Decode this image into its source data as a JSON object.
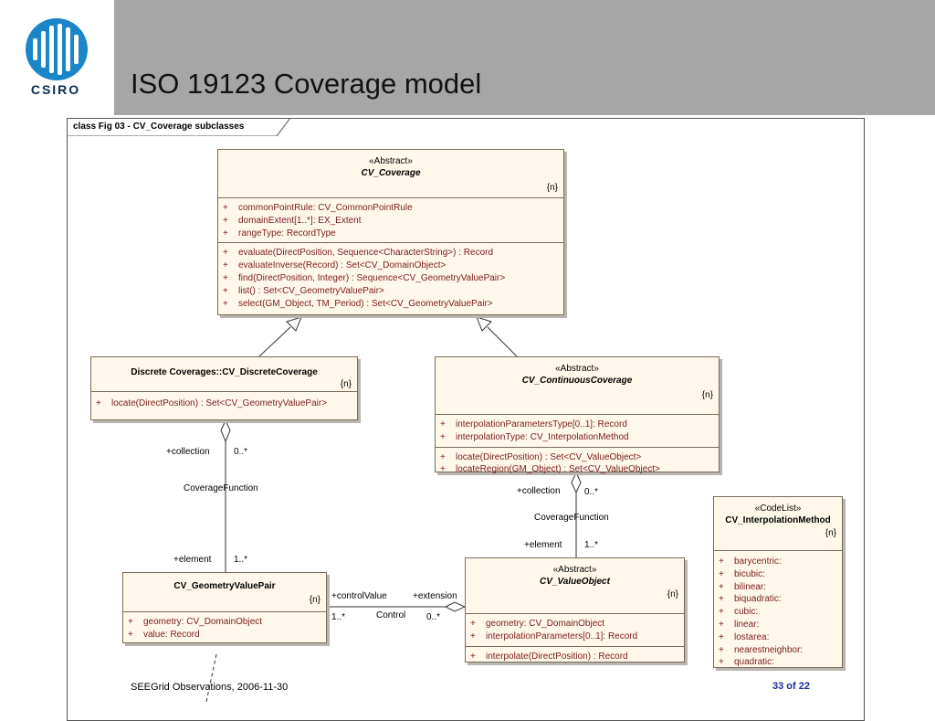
{
  "slide": {
    "title": "ISO 19123 Coverage model",
    "logo_text": "CSIRO",
    "footer_left": "SEEGrid Observations, 2006-11-30",
    "footer_right": "33 of  22"
  },
  "frame": {
    "label": "class Fig 03  - CV_Coverage subclasses"
  },
  "classes": {
    "coverage": {
      "stereotype": "«Abstract»",
      "name": "CV_Coverage",
      "tag": "{n}",
      "attributes": [
        "commonPointRule:  CV_CommonPointRule",
        "domainExtent[1..*]:  EX_Extent",
        "rangeType:  RecordType"
      ],
      "operations": [
        "evaluate(DirectPosition, Sequence<CharacterString>) : Record",
        "evaluateInverse(Record) : Set<CV_DomainObject>",
        "find(DirectPosition, Integer) : Sequence<CV_GeometryValuePair>",
        "list() : Set<CV_GeometryValuePair>",
        "select(GM_Object, TM_Period) : Set<CV_GeometryValuePair>"
      ]
    },
    "discrete": {
      "name": "Discrete Coverages::CV_DiscreteCoverage",
      "tag": "{n}",
      "operations": [
        "locate(DirectPosition) : Set<CV_GeometryValuePair>"
      ]
    },
    "continuous": {
      "stereotype": "«Abstract»",
      "name": "CV_ContinuousCoverage",
      "tag": "{n}",
      "attributes": [
        "interpolationParametersType[0..1]:  Record",
        "interpolationType:  CV_InterpolationMethod"
      ],
      "operations": [
        "locate(DirectPosition) : Set<CV_ValueObject>",
        "locateRegion(GM_Object) : Set<CV_ValueObject>"
      ]
    },
    "gvp": {
      "name": "CV_GeometryValuePair",
      "tag": "{n}",
      "attributes": [
        "geometry:  CV_DomainObject",
        "value:  Record"
      ]
    },
    "valueobject": {
      "stereotype": "«Abstract»",
      "name": "CV_ValueObject",
      "tag": "{n}",
      "attributes": [
        "geometry:  CV_DomainObject",
        "interpolationParameters[0..1]:  Record"
      ],
      "operations": [
        "interpolate(DirectPosition) : Record"
      ]
    },
    "codelist": {
      "stereotype": "«CodeList»",
      "name": "CV_InterpolationMethod",
      "tag": "{n}",
      "attributes": [
        "barycentric:",
        "bicubic:",
        "bilinear:",
        "biquadratic:",
        "cubic:",
        "linear:",
        "lostarea:",
        "nearestneighbor:",
        "quadratic:"
      ]
    }
  },
  "labels": {
    "plus": "+",
    "collection1": "+collection",
    "mult1": "0..*",
    "cf1": "CoverageFunction",
    "element1": "+element",
    "mult2": "1..*",
    "collection2": "+collection",
    "mult3": "0..*",
    "cf2": "CoverageFunction",
    "element2": "+element",
    "mult4": "1..*",
    "controlValue": "+controlValue",
    "extension": "+extension",
    "control": "Control",
    "mult5": "1..*",
    "mult6": "0..*"
  }
}
